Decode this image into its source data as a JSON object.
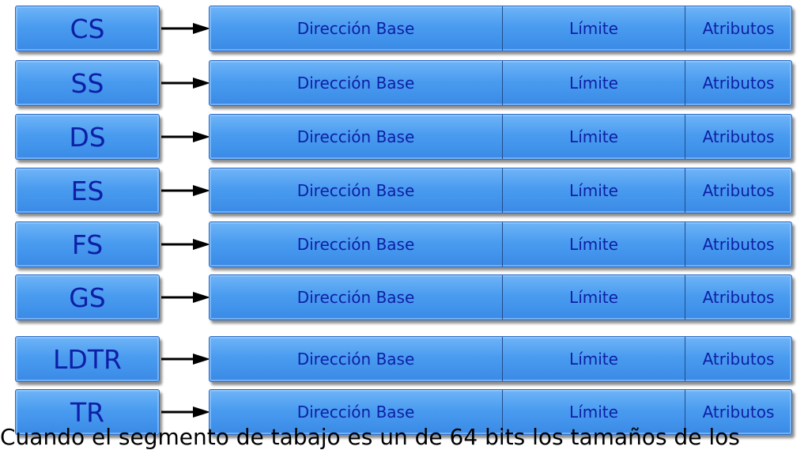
{
  "rows": [
    {
      "register": "CS",
      "base": "Dirección Base",
      "limit": "Límite",
      "attributes": "Atributos"
    },
    {
      "register": "SS",
      "base": "Dirección Base",
      "limit": "Límite",
      "attributes": "Atributos"
    },
    {
      "register": "DS",
      "base": "Dirección Base",
      "limit": "Límite",
      "attributes": "Atributos"
    },
    {
      "register": "ES",
      "base": "Dirección Base",
      "limit": "Límite",
      "attributes": "Atributos"
    },
    {
      "register": "FS",
      "base": "Dirección Base",
      "limit": "Límite",
      "attributes": "Atributos"
    },
    {
      "register": "GS",
      "base": "Dirección Base",
      "limit": "Límite",
      "attributes": "Atributos"
    },
    {
      "register": "LDTR",
      "base": "Dirección Base",
      "limit": "Límite",
      "attributes": "Atributos"
    },
    {
      "register": "TR",
      "base": "Dirección Base",
      "limit": "Límite",
      "attributes": "Atributos"
    }
  ],
  "caption": "Cuando el segmento de tabajo es un de 64 bits los tamaños de los",
  "colors": {
    "box_fill": "#4a9cf0",
    "text": "#0d1fa6",
    "arrow": "#000000"
  }
}
